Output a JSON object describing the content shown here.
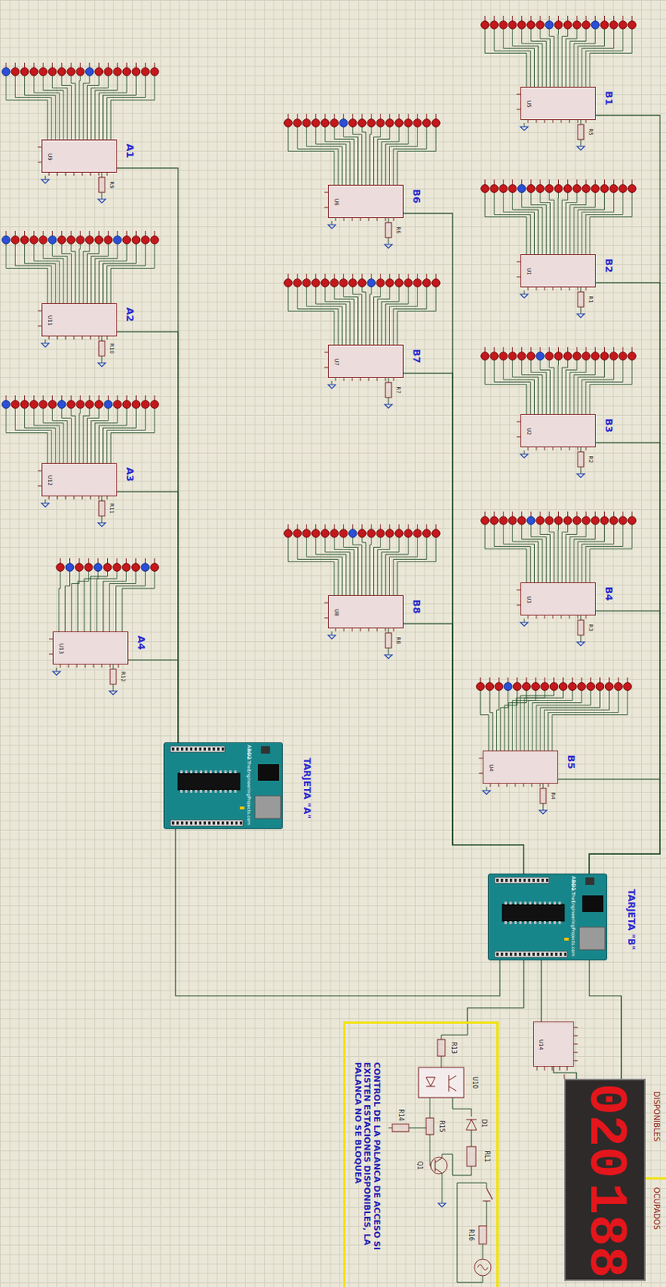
{
  "diagram": {
    "nodes": [
      {
        "text": [
          "A1",
          "U9"
        ]
      },
      {
        "text": [
          "A2",
          "U11"
        ]
      },
      {
        "text": [
          "A3",
          "U12"
        ]
      },
      {
        "text": [
          "A4",
          "U13"
        ]
      },
      {
        "text": [
          "ARD2",
          "www.TheEngineeringProjects.com",
          "TARJETA \"A\""
        ]
      },
      {
        "text": [
          "B6",
          "U6"
        ]
      },
      {
        "text": [
          "B7",
          "U7"
        ]
      },
      {
        "text": [
          "B8",
          "U8"
        ]
      },
      {
        "text": [
          "B1",
          "U5"
        ]
      },
      {
        "text": [
          "B2",
          "U1"
        ]
      },
      {
        "text": [
          "B3",
          "U2"
        ]
      },
      {
        "text": [
          "B4",
          "U3"
        ]
      },
      {
        "text": [
          "B5",
          "U4"
        ]
      },
      {
        "text": [
          "ARD1",
          "www.TheEngineeringProjects.com",
          "TARJETA \"B\""
        ]
      },
      {
        "text": [
          "U14"
        ]
      },
      {
        "text": [
          "020",
          "188",
          "DISPONIBLES",
          "OCUPADOS"
        ]
      },
      {
        "text": [
          "CONTROL DE LA PALANCA DE ACCESO SI EXISTEN ESTACIONES DISPONIBLES, LA PALANCA NO SE BLOQUEA"
        ]
      }
    ],
    "edges": [
      {
        "from": 0,
        "to": 4,
        "arrow": "none"
      },
      {
        "from": 1,
        "to": 4,
        "arrow": "none"
      },
      {
        "from": 2,
        "to": 4,
        "arrow": "none"
      },
      {
        "from": 3,
        "to": 4,
        "arrow": "none"
      },
      {
        "from": 5,
        "to": 13,
        "arrow": "none"
      },
      {
        "from": 6,
        "to": 13,
        "arrow": "none"
      },
      {
        "from": 7,
        "to": 13,
        "arrow": "none"
      },
      {
        "from": 8,
        "to": 13,
        "arrow": "none"
      },
      {
        "from": 9,
        "to": 13,
        "arrow": "none"
      },
      {
        "from": 10,
        "to": 13,
        "arrow": "none"
      },
      {
        "from": 11,
        "to": 13,
        "arrow": "none"
      },
      {
        "from": 12,
        "to": 13,
        "arrow": "none"
      },
      {
        "from": 4,
        "to": 13,
        "arrow": "none"
      },
      {
        "from": 13,
        "to": 14,
        "arrow": "none"
      },
      {
        "from": 14,
        "to": 15,
        "arrow": "none"
      },
      {
        "from": 13,
        "to": 15,
        "arrow": "none"
      },
      {
        "from": 13,
        "to": 16,
        "arrow": "none"
      }
    ],
    "labels": [
      "R9",
      "R10",
      "R11",
      "R12",
      "R6",
      "R7",
      "R8",
      "R5",
      "R1",
      "R2",
      "R3",
      "R4",
      "R13",
      "U10",
      "R14",
      "R15",
      "D1",
      "Q1",
      "RL1",
      "R16"
    ]
  }
}
